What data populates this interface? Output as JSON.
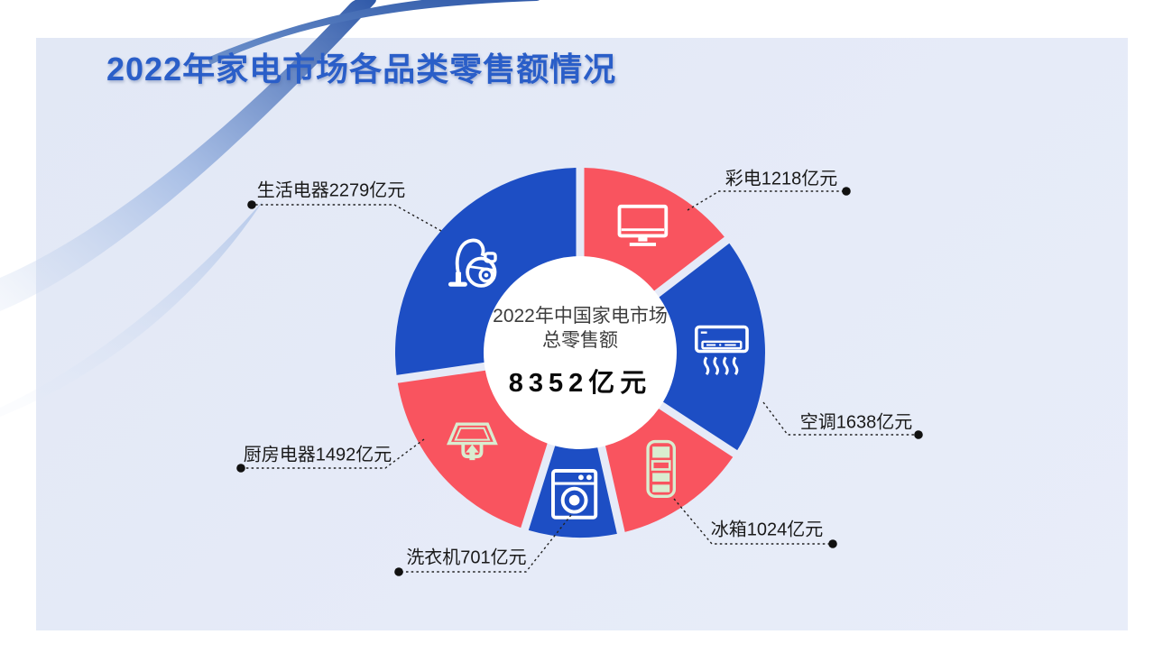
{
  "title": "2022年家电市场各品类零售额情况",
  "center": {
    "line1": "2022年中国家电市场",
    "line2": "总零售额",
    "total": "8352亿元"
  },
  "chart_data": {
    "type": "pie",
    "subtype": "donut",
    "title": "2022年家电市场各品类零售额情况",
    "center_label": [
      "2022年中国家电市场",
      "总零售额",
      "8352亿元"
    ],
    "unit": "亿元",
    "total_value": 8352,
    "categories": [
      "彩电",
      "空调",
      "冰箱",
      "洗衣机",
      "厨房电器",
      "生活电器"
    ],
    "values": [
      1218,
      1638,
      1024,
      701,
      1492,
      2279
    ],
    "labels": [
      "彩电1218亿元",
      "空调1638亿元",
      "冰箱1024亿元",
      "洗衣机701亿元",
      "厨房电器1492亿元",
      "生活电器2279亿元"
    ],
    "colors": [
      "#F9545F",
      "#1D4EC4",
      "#F9545F",
      "#1D4EC4",
      "#F9545F",
      "#1D4EC4"
    ],
    "icon_names": [
      "tv-icon",
      "air-conditioner-icon",
      "fridge-icon",
      "washing-machine-icon",
      "range-hood-icon",
      "vacuum-cleaner-icon"
    ],
    "icon_colors": [
      "#FFFFFF",
      "#FFFFFF",
      "#D9EDD0",
      "#FFFFFF",
      "#D9EDD0",
      "#FFFFFF"
    ],
    "start_angle_deg": 0,
    "direction": "clockwise",
    "legend": "none"
  },
  "theme": {
    "page_bg": "#FFFFFF",
    "panel_bg": "#E5EAF7",
    "title_color": "#2A5EC8",
    "label_color": "#1A1A1A",
    "leader_color": "#222222",
    "red": "#F9545F",
    "blue": "#1D4EC4",
    "pale_icon_green": "#D9EDD0"
  }
}
